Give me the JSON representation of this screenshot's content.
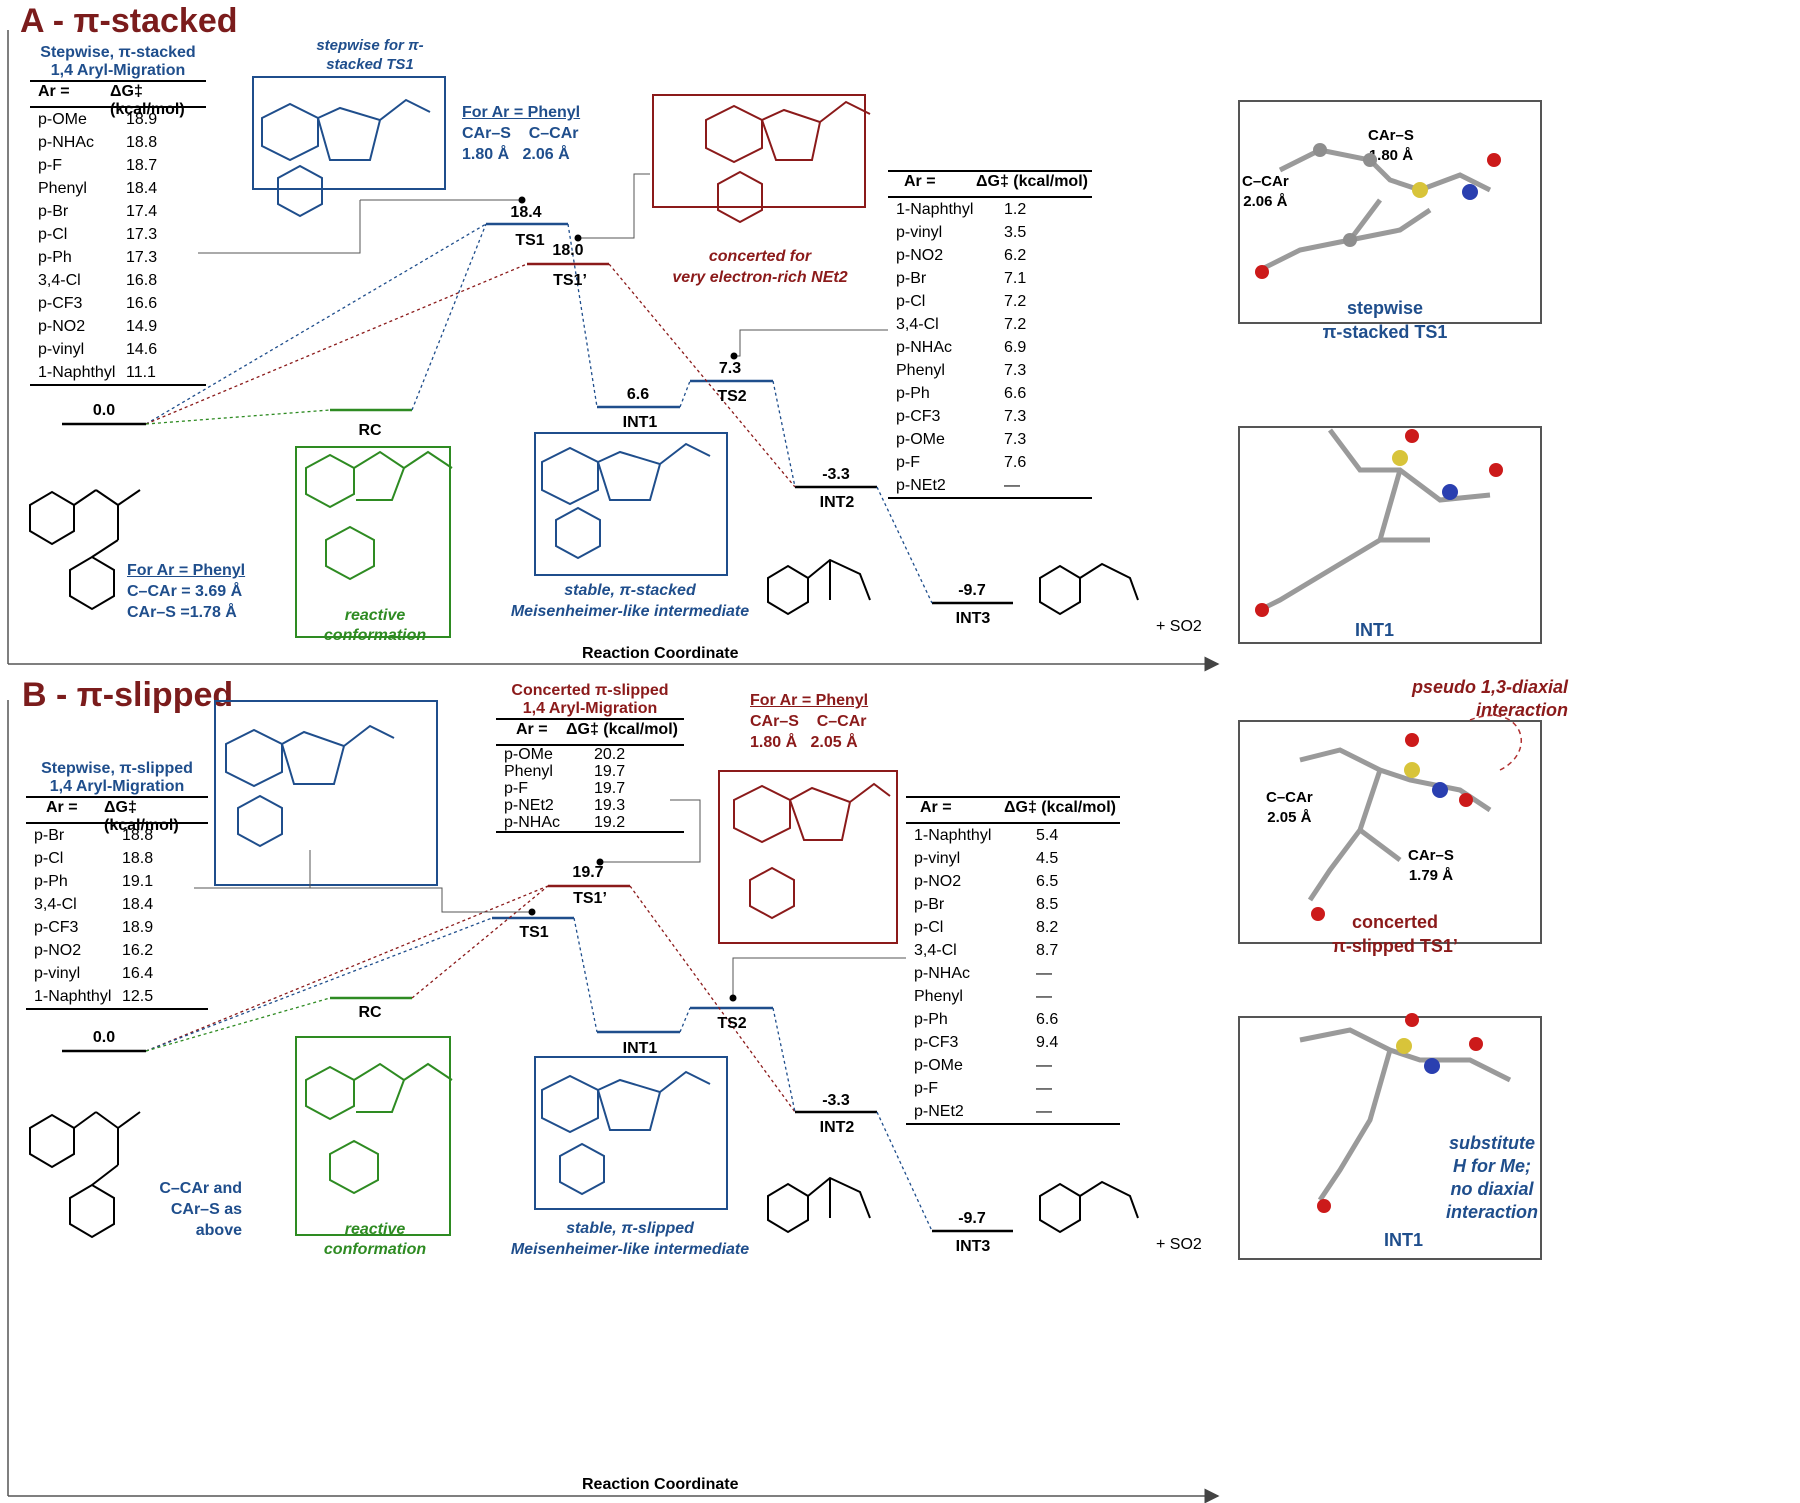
{
  "panelA": {
    "title": "A - π-stacked",
    "left_table": {
      "title_l1": "Stepwise, π-stacked",
      "title_l2": "1,4 Aryl-Migration",
      "h1": "Ar =",
      "h2": "ΔG‡ (kcal/mol)",
      "rows": [
        [
          "p-OMe",
          "18.9"
        ],
        [
          "p-NHAc",
          "18.8"
        ],
        [
          "p-F",
          "18.7"
        ],
        [
          "Phenyl",
          "18.4"
        ],
        [
          "p-Br",
          "17.4"
        ],
        [
          "p-Cl",
          "17.3"
        ],
        [
          "p-Ph",
          "17.3"
        ],
        [
          "3,4-Cl",
          "16.8"
        ],
        [
          "p-CF3",
          "16.6"
        ],
        [
          "p-NO2",
          "14.9"
        ],
        [
          "p-vinyl",
          "14.6"
        ],
        [
          "1-Naphthyl",
          "11.1"
        ]
      ]
    },
    "ts1_note": "stepwise for π-stacked TS1",
    "phenyl_box": {
      "title": "For Ar = Phenyl",
      "c1": "CAr–S",
      "c2": "C–CAr",
      "v1": "1.80 Å",
      "v2": "2.06 Å"
    },
    "concerted_note_l1": "concerted for",
    "concerted_note_l2": "very electron-rich NEt2",
    "right_table": {
      "h1": "Ar =",
      "h2": "ΔG‡ (kcal/mol)",
      "rows": [
        [
          "1-Naphthyl",
          "1.2"
        ],
        [
          "p-vinyl",
          "3.5"
        ],
        [
          "p-NO2",
          "6.2"
        ],
        [
          "p-Br",
          "7.1"
        ],
        [
          "p-Cl",
          "7.2"
        ],
        [
          "3,4-Cl",
          "7.2"
        ],
        [
          "p-NHAc",
          "6.9"
        ],
        [
          "Phenyl",
          "7.3"
        ],
        [
          "p-Ph",
          "6.6"
        ],
        [
          "p-CF3",
          "7.3"
        ],
        [
          "p-OMe",
          "7.3"
        ],
        [
          "p-F",
          "7.6"
        ],
        [
          "p-NEt2",
          "—"
        ]
      ]
    },
    "levels": {
      "rc0": "0.0",
      "rc": "RC",
      "ts1v": "18.4",
      "ts1": "TS1",
      "ts1pv": "18.0",
      "ts1p": "TS1’",
      "int1v": "6.6",
      "int1": "INT1",
      "ts2v": "7.3",
      "ts2": "TS2",
      "int2v": "-3.3",
      "int2": "INT2",
      "int3v": "-9.7",
      "int3": "INT3"
    },
    "rc_geom": {
      "title": "For Ar = Phenyl",
      "l1": "C–CAr = 3.69 Å",
      "l2": "CAr–S =1.78 Å"
    },
    "reactive_l1": "reactive",
    "reactive_l2": "conformation",
    "int1_note_l1": "stable, π-stacked",
    "int1_note_l2": "Meisenheimer-like intermediate",
    "so2": "+ SO2",
    "axis": "Reaction Coordinate",
    "m3d_ts": {
      "l1": "stepwise",
      "l2": "π-stacked TS1",
      "cs": "CAr–S",
      "csv": "1.80 Å",
      "cc": "C–CAr",
      "ccv": "2.06 Å"
    },
    "m3d_int": "INT1"
  },
  "panelB": {
    "title": "B - π-slipped",
    "left_table": {
      "title_l1": "Stepwise, π-slipped",
      "title_l2": "1,4 Aryl-Migration",
      "h1": "Ar =",
      "h2": "ΔG‡ (kcal/mol)",
      "rows": [
        [
          "p-Br",
          "18.8"
        ],
        [
          "p-Cl",
          "18.8"
        ],
        [
          "p-Ph",
          "19.1"
        ],
        [
          "3,4-Cl",
          "18.4"
        ],
        [
          "p-CF3",
          "18.9"
        ],
        [
          "p-NO2",
          "16.2"
        ],
        [
          "p-vinyl",
          "16.4"
        ],
        [
          "1-Naphthyl",
          "12.5"
        ]
      ]
    },
    "mid_table": {
      "title_l1": "Concerted π-slipped",
      "title_l2": "1,4 Aryl-Migration",
      "h1": "Ar =",
      "h2": "ΔG‡ (kcal/mol)",
      "rows": [
        [
          "p-OMe",
          "20.2"
        ],
        [
          "Phenyl",
          "19.7"
        ],
        [
          "p-F",
          "19.7"
        ],
        [
          "p-NEt2",
          "19.3"
        ],
        [
          "p-NHAc",
          "19.2"
        ]
      ]
    },
    "phenyl_box": {
      "title": "For Ar = Phenyl",
      "c1": "CAr–S",
      "c2": "C–CAr",
      "v1": "1.80 Å",
      "v2": "2.05 Å"
    },
    "right_table": {
      "h1": "Ar =",
      "h2": "ΔG‡ (kcal/mol)",
      "rows": [
        [
          "1-Naphthyl",
          "5.4"
        ],
        [
          "p-vinyl",
          "4.5"
        ],
        [
          "p-NO2",
          "6.5"
        ],
        [
          "p-Br",
          "8.5"
        ],
        [
          "p-Cl",
          "8.2"
        ],
        [
          "3,4-Cl",
          "8.7"
        ],
        [
          "p-NHAc",
          "—"
        ],
        [
          "Phenyl",
          "—"
        ],
        [
          "p-Ph",
          "6.6"
        ],
        [
          "p-CF3",
          "9.4"
        ],
        [
          "p-OMe",
          "—"
        ],
        [
          "p-F",
          "—"
        ],
        [
          "p-NEt2",
          "—"
        ]
      ]
    },
    "levels": {
      "rc0": "0.0",
      "rc": "RC",
      "ts1pv": "19.7",
      "ts1p": "TS1’",
      "ts1": "TS1",
      "int1": "INT1",
      "ts2": "TS2",
      "int2v": "-3.3",
      "int2": "INT2",
      "int3v": "-9.7",
      "int3": "INT3"
    },
    "rc_note_l1": "C–CAr and",
    "rc_note_l2": "CAr–S as above",
    "reactive_l1": "reactive",
    "reactive_l2": "conformation",
    "int1_note_l1": "stable, π-slipped",
    "int1_note_l2": "Meisenheimer-like intermediate",
    "so2": "+ SO2",
    "axis": "Reaction Coordinate",
    "m3d_ts": {
      "top_l1": "pseudo 1,3-diaxial",
      "top_l2": "interaction",
      "l1": "concerted",
      "l2": "π-slipped TS1’",
      "cc": "C–CAr",
      "ccv": "2.05 Å",
      "cs": "CAr–S",
      "csv": "1.79  Å"
    },
    "m3d_int": {
      "label": "INT1",
      "n1": "substitute",
      "n2": "H for Me;",
      "n3": "no diaxial",
      "n4": "interaction"
    }
  },
  "colors": {
    "blue": "#1f4e8c",
    "red": "#8b1a1a",
    "green": "#2e8b22",
    "title": "#7b1c1c"
  }
}
